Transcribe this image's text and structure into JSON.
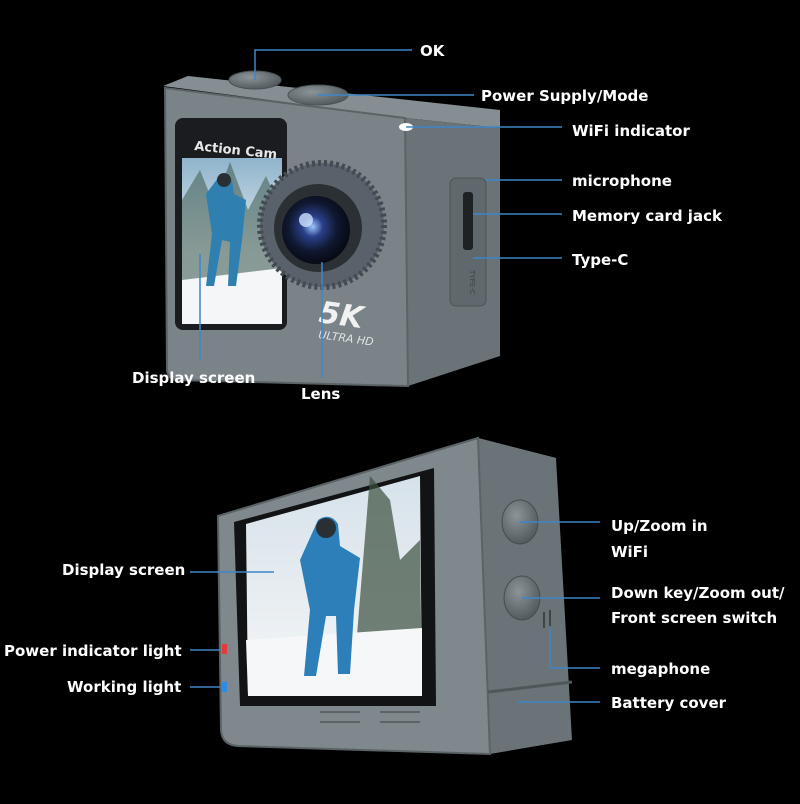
{
  "top_camera": {
    "front_screen_text": "Action Cam",
    "badge_main": "5K",
    "badge_sub": "ULTRA HD",
    "side_port_text": "TYPE-C",
    "labels": {
      "ok": "OK",
      "power_mode": "Power Supply/Mode",
      "wifi_indicator": "WiFi indicator",
      "microphone": "microphone",
      "memory_card": "Memory card jack",
      "type_c": "Type-C",
      "display_screen": "Display screen",
      "lens": "Lens"
    }
  },
  "bottom_camera": {
    "labels": {
      "display_screen": "Display screen",
      "power_indicator": "Power indicator light",
      "working_light": "Working light",
      "up_zoom_line1": "Up/Zoom in",
      "up_zoom_line2": "WiFi",
      "down_zoom_line1": "Down key/Zoom out/",
      "down_zoom_line2": "Front screen switch",
      "megaphone": "megaphone",
      "battery_cover": "Battery cover"
    }
  },
  "colors": {
    "background": "#000000",
    "leader_line": "#3f86c8",
    "body": "#6b7478",
    "power_light": "#e23b3b",
    "working_light": "#2e8be0"
  }
}
